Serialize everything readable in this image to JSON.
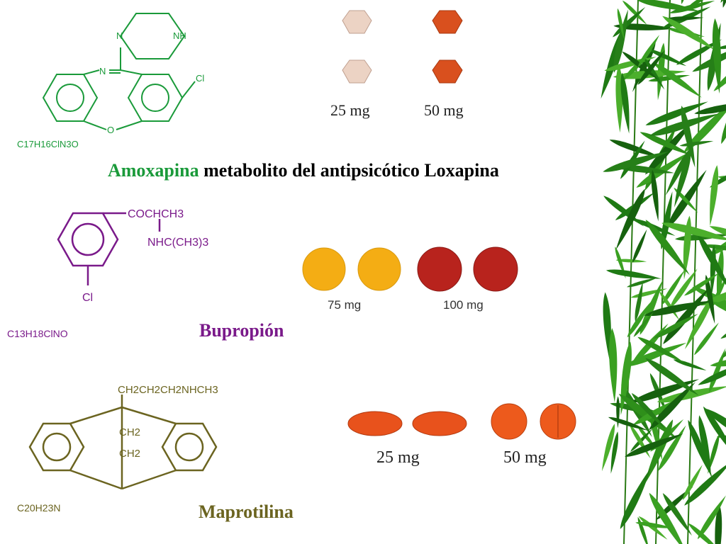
{
  "colors": {
    "amoxapine": "#1a9a3a",
    "bupropion": "#7a1a8a",
    "maprotiline": "#6b6420",
    "title_black": "#000000"
  },
  "amoxapine": {
    "struct_labels": {
      "n_top": "N",
      "nh": "NH",
      "n_eq": "N",
      "cl": "Cl",
      "o": "O"
    },
    "formula": "C17H16ClN3O",
    "title_name": "Amoxapina",
    "title_rest": " metabolito del antipsicótico Loxapina",
    "dose_25": "25 mg",
    "dose_50": "50 mg"
  },
  "bupropion": {
    "struct_labels": {
      "coch": "COCHCH3",
      "nhc": "NHC(CH3)3",
      "cl": "Cl"
    },
    "formula": "C13H18ClNO",
    "title": "Bupropión",
    "dose_75": "75 mg",
    "dose_100": "100 mg"
  },
  "maprotiline": {
    "struct_labels": {
      "chain": "CH2CH2CH2NHCH3",
      "ch2_a": "CH2",
      "ch2_b": "CH2"
    },
    "formula": "C20H23N",
    "title": "Maprotilina",
    "dose_25": "25 mg",
    "dose_50": "50 mg"
  },
  "decoration": {
    "leaves": "bamboo-leaves"
  }
}
